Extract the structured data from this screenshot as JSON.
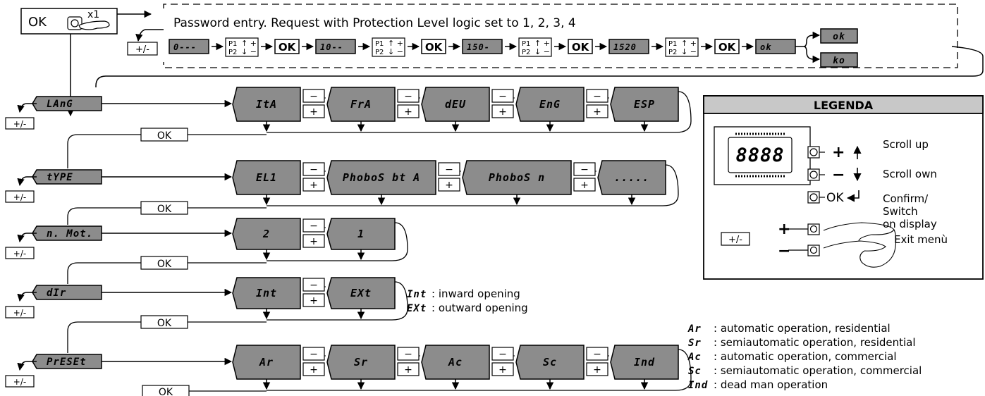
{
  "header": {
    "ok_label": "OK",
    "times_label": "x1",
    "password_text": "Password entry. Request with Protection Level logic set to 1, 2, 3, 4",
    "plusminus": "+/-",
    "password_chain": [
      "0---",
      "10--",
      "150-",
      "1520"
    ],
    "ok_display": "ok",
    "result_ok": "ok",
    "result_ko": "ko",
    "p1": "P1",
    "p2": "P2",
    "up_plus": "↑ +",
    "down_minus": "↓ −"
  },
  "menu": [
    {
      "name": "LAnG",
      "options": [
        "ItA",
        "FrA",
        "dEU",
        "EnG",
        "ESP"
      ]
    },
    {
      "name": "tYPE",
      "options": [
        "EL1",
        "PhoboS bt A",
        "PhoboS n",
        "....."
      ]
    },
    {
      "name": "n. Mot.",
      "options": [
        "2",
        "1"
      ]
    },
    {
      "name": "dIr",
      "options": [
        "Int",
        "EXt"
      ]
    },
    {
      "name": "PrESEt",
      "options": [
        "Ar",
        "Sr",
        "Ac",
        "Sc",
        "Ind"
      ]
    }
  ],
  "labels": {
    "ok": "OK",
    "minus": "−",
    "plus": "+",
    "plusminus": "+/-"
  },
  "dir_notes": [
    {
      "code": "Int",
      "text": ": inward opening"
    },
    {
      "code": "EXt",
      "text": ": outward opening"
    }
  ],
  "preset_notes": [
    {
      "code": "Ar",
      "text": ": automatic operation, residential"
    },
    {
      "code": "Sr",
      "text": ": semiautomatic operation, residential"
    },
    {
      "code": "Ac",
      "text": ": automatic operation, commercial"
    },
    {
      "code": "Sc",
      "text": ": semiautomatic operation, commercial"
    },
    {
      "code": "Ind",
      "text": ": dead man operation"
    }
  ],
  "legend": {
    "title": "LEGENDA",
    "display": "8888",
    "plus": "+",
    "minus": "−",
    "ok": "OK",
    "scroll_up": "Scroll up",
    "scroll_down": "Scroll own",
    "confirm": [
      "Confirm/",
      "Switch",
      "on display"
    ],
    "plusminus": "+/-",
    "exit": "Exit menù"
  },
  "colors": {
    "display_fill": "#8c8c8c",
    "legend_header": "#c8c8c8"
  }
}
